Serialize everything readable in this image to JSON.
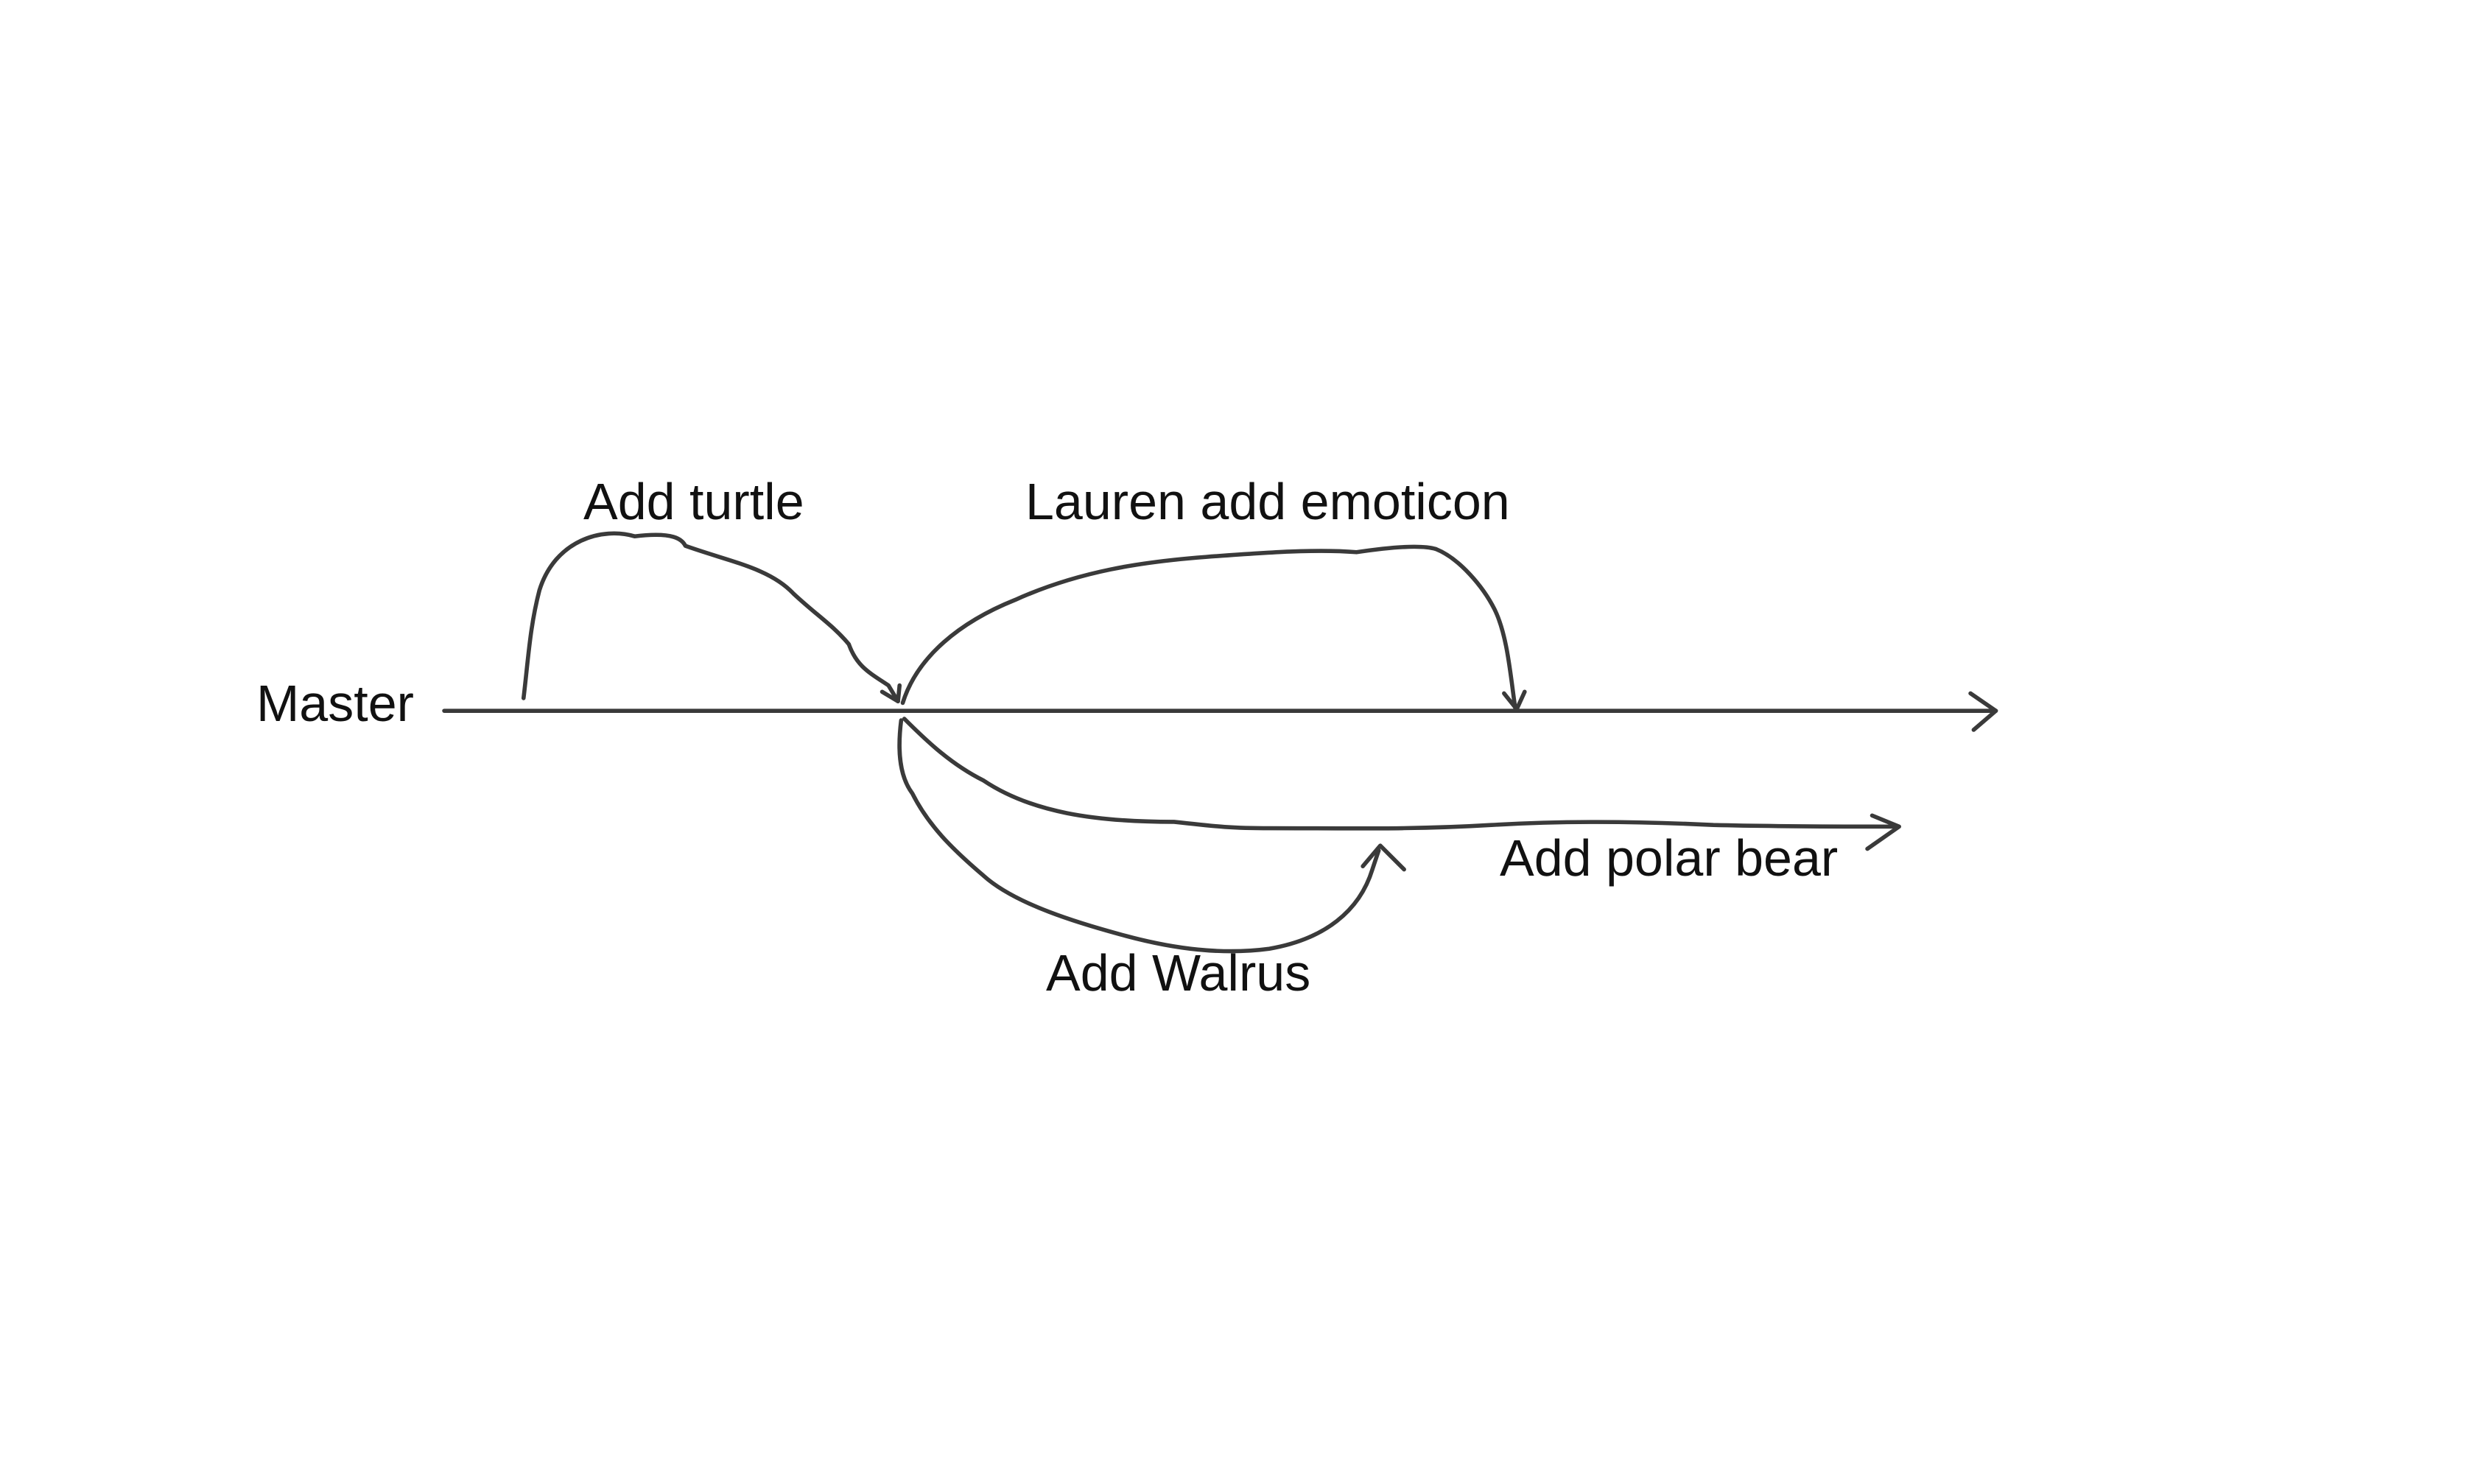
{
  "diagram": {
    "labels": {
      "master": "Master",
      "add_turtle": "Add turtle",
      "lauren_add_emoticon": "Lauren add emoticon",
      "add_polar_bear": "Add polar bear",
      "add_walrus": "Add Walrus"
    },
    "stroke_color": "#3a3a3a",
    "text_color": "#111111",
    "background": "#ffffff"
  }
}
